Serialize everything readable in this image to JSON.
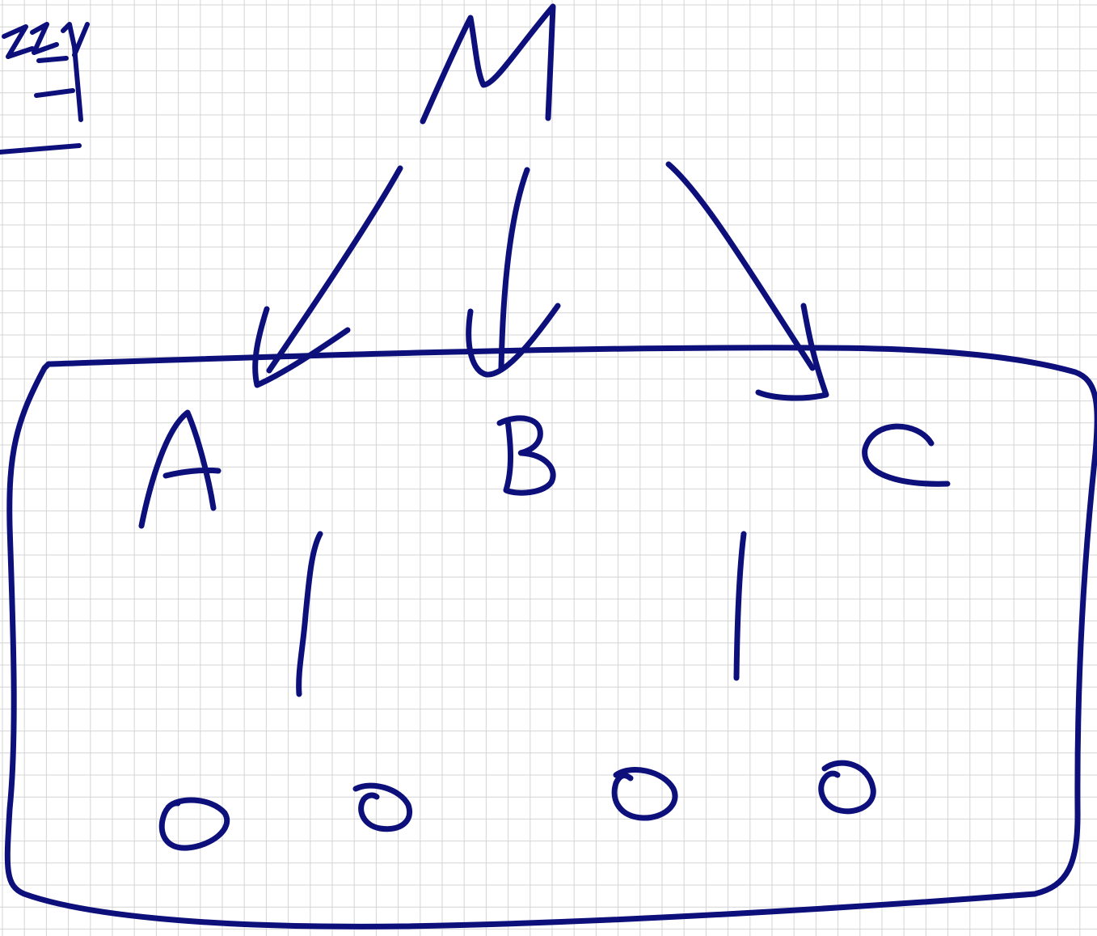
{
  "diagram": {
    "ink_color": "#0d0f7a",
    "grid_color": "#d4d4d4",
    "background": "#ffffff",
    "labels": {
      "top": "M",
      "left": "A",
      "middle": "B",
      "right": "C",
      "corner": "ZI"
    },
    "marks": {
      "vertical_mark_1": "|",
      "vertical_mark_2": "|",
      "circle_1": "o",
      "circle_2": "o",
      "circle_3": "o",
      "circle_4": "o"
    }
  }
}
